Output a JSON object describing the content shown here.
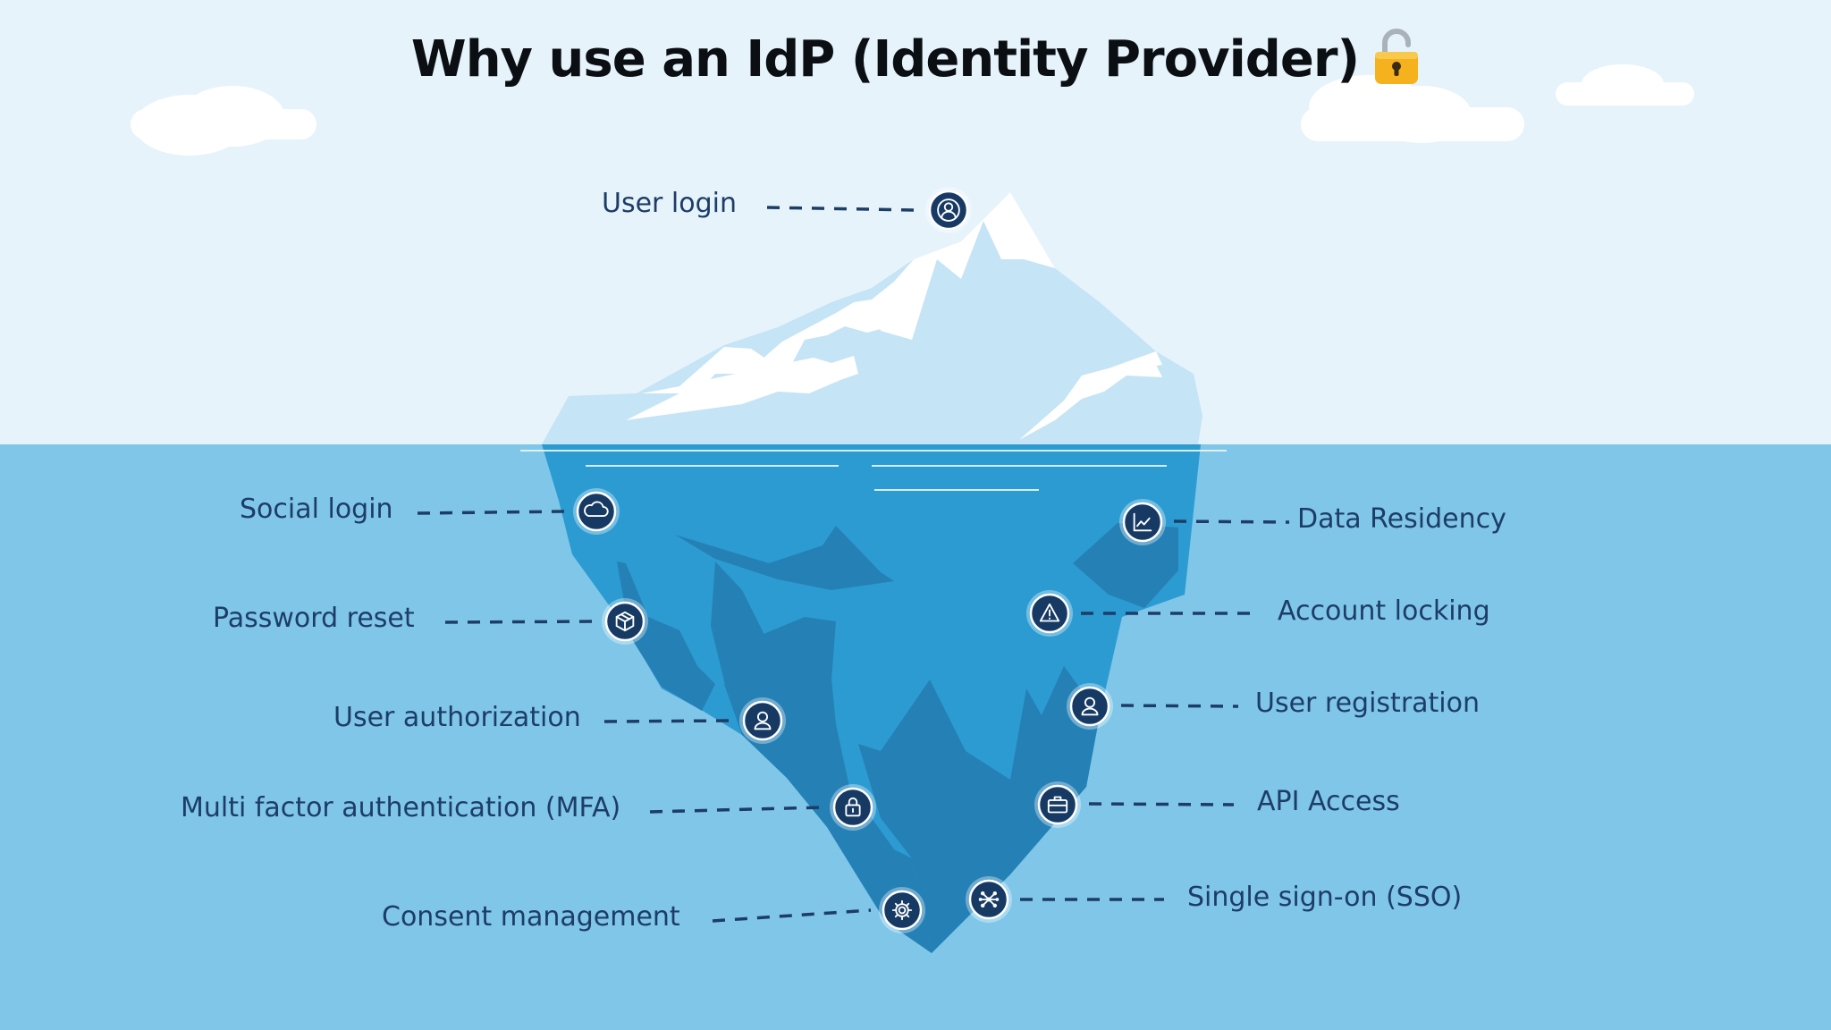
{
  "title": "Why use an IdP (Identity Provider)",
  "title_icon": "open-lock-icon",
  "colors": {
    "sky": "#e6f3fb",
    "water": "#7fc6e8",
    "ice_top": "#c5e4f6",
    "ice_snow": "#ffffff",
    "ice_mid": "#2b9bd2",
    "ice_dark": "#2580b5",
    "marker_fill": "#173a64",
    "label_text": "#1d3d67",
    "dash": "#1d3d67"
  },
  "features": {
    "above_water": [
      {
        "id": "user-login",
        "label": "User login",
        "icon": "user-circle-icon"
      }
    ],
    "left": [
      {
        "id": "social-login",
        "label": "Social login",
        "icon": "cloud-icon"
      },
      {
        "id": "password-reset",
        "label": "Password reset",
        "icon": "box-icon"
      },
      {
        "id": "user-authorization",
        "label": "User authorization",
        "icon": "user-icon"
      },
      {
        "id": "mfa",
        "label": "Multi factor authentication (MFA)",
        "icon": "lock-icon"
      },
      {
        "id": "consent-management",
        "label": "Consent management",
        "icon": "gear-icon"
      }
    ],
    "right": [
      {
        "id": "data-residency",
        "label": "Data Residency",
        "icon": "chart-icon"
      },
      {
        "id": "account-locking",
        "label": "Account locking",
        "icon": "warning-icon"
      },
      {
        "id": "user-registration",
        "label": "User registration",
        "icon": "user-icon"
      },
      {
        "id": "api-access",
        "label": "API Access",
        "icon": "briefcase-icon"
      },
      {
        "id": "sso",
        "label": "Single sign-on (SSO)",
        "icon": "network-icon"
      }
    ]
  }
}
